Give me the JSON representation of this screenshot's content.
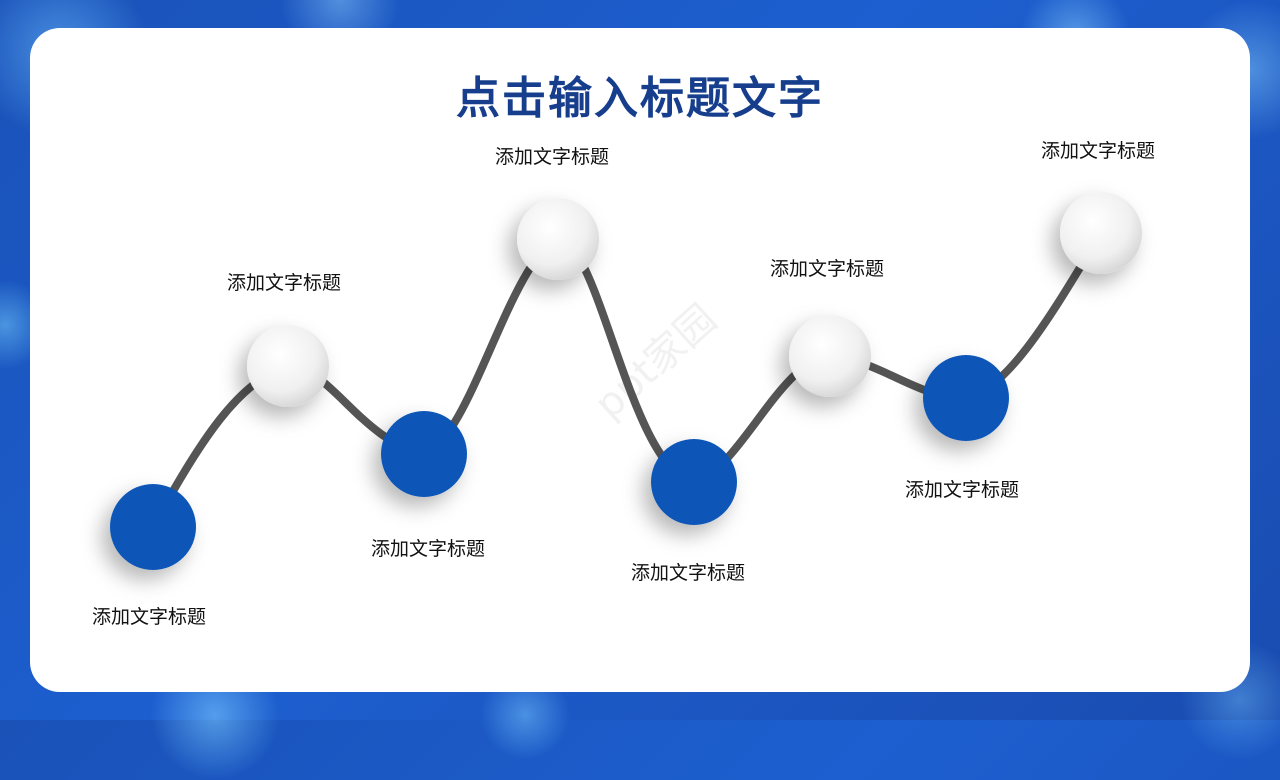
{
  "slide": {
    "title": "点击输入标题文字"
  },
  "colors": {
    "background": "#1d5fd0",
    "panel": "#ffffff",
    "title": "#163e8c",
    "blue_node": "#0a57b8",
    "white_node": "#f2f2f2",
    "line": "#555555"
  },
  "nodes": [
    {
      "kind": "blue",
      "label": "添加文字标题"
    },
    {
      "kind": "white",
      "label": "添加文字标题"
    },
    {
      "kind": "blue",
      "label": "添加文字标题"
    },
    {
      "kind": "white",
      "label": "添加文字标题"
    },
    {
      "kind": "blue",
      "label": "添加文字标题"
    },
    {
      "kind": "white",
      "label": "添加文字标题"
    },
    {
      "kind": "blue",
      "label": "添加文字标题"
    },
    {
      "kind": "white",
      "label": "添加文字标题"
    }
  ],
  "watermark": "ppt家园"
}
